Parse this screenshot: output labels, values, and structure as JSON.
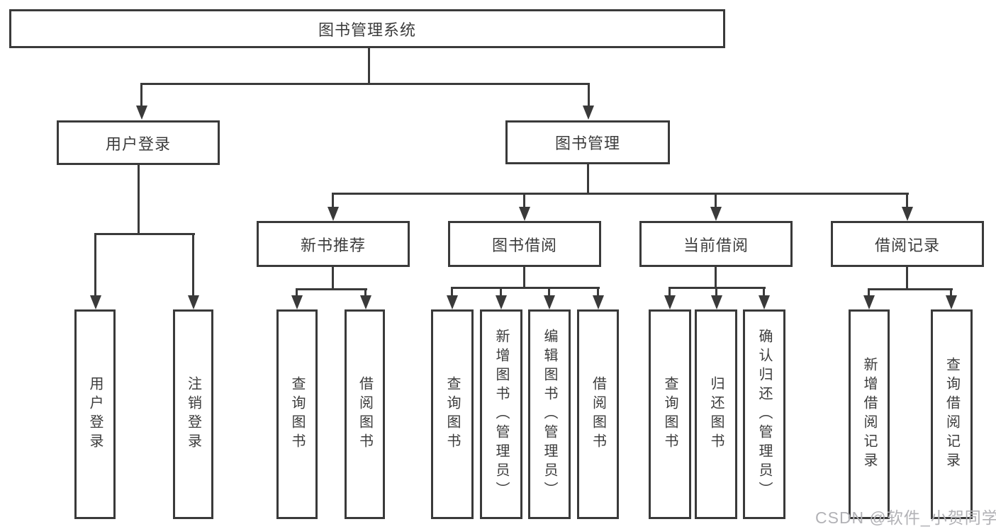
{
  "diagram": {
    "title_note": "functional structure diagram of a library management system",
    "root": {
      "label": "图书管理系统"
    },
    "level2": {
      "user_login": {
        "label": "用户登录"
      },
      "book_mgmt": {
        "label": "图书管理"
      }
    },
    "level3": {
      "new_books": {
        "label": "新书推荐"
      },
      "borrowing": {
        "label": "图书借阅"
      },
      "current": {
        "label": "当前借阅"
      },
      "records": {
        "label": "借阅记录"
      }
    },
    "leaves": {
      "user_login": [
        "用户登录",
        "注销登录"
      ],
      "new_books": [
        "查询图书",
        "借阅图书"
      ],
      "borrowing": [
        "查询图书",
        "新增图书（管理员）",
        "编辑图书（管理员）",
        "借阅图书"
      ],
      "current": [
        "查询图书",
        "归还图书",
        "确认归还（管理员）"
      ],
      "records": [
        "新增借阅记录",
        "查询借阅记录"
      ]
    }
  },
  "watermark": {
    "text": "CSDN @软件_小贺同学",
    "color": "#b2b2b6"
  },
  "colors": {
    "line": "#3a3a3a",
    "text": "#3c3c3c",
    "box_border": "#3a3a3a",
    "background": "#ffffff"
  }
}
